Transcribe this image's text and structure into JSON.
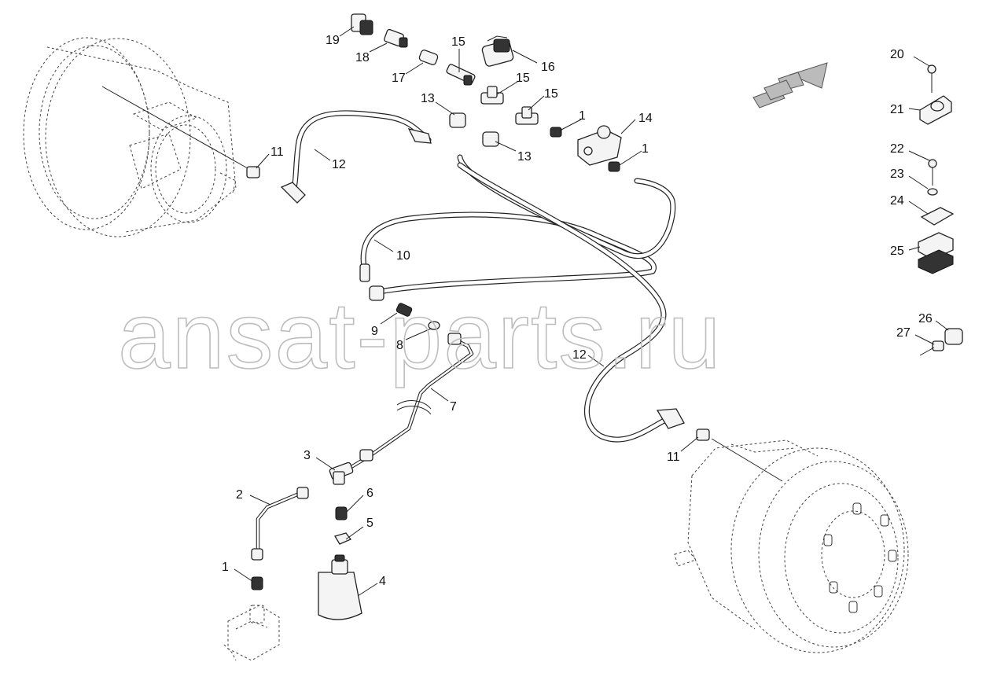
{
  "watermark": "ansat-parts.ru",
  "callouts": [
    {
      "id": "c-19",
      "text": "19"
    },
    {
      "id": "c-18",
      "text": "18"
    },
    {
      "id": "c-17",
      "text": "17"
    },
    {
      "id": "c-15a",
      "text": "15"
    },
    {
      "id": "c-16",
      "text": "16"
    },
    {
      "id": "c-15b",
      "text": "15"
    },
    {
      "id": "c-13a",
      "text": "13"
    },
    {
      "id": "c-15c",
      "text": "15"
    },
    {
      "id": "c-1a",
      "text": "1"
    },
    {
      "id": "c-14",
      "text": "14"
    },
    {
      "id": "c-13b",
      "text": "13"
    },
    {
      "id": "c-1b",
      "text": "1"
    },
    {
      "id": "c-11a",
      "text": "11"
    },
    {
      "id": "c-12a",
      "text": "12"
    },
    {
      "id": "c-10",
      "text": "10"
    },
    {
      "id": "c-9",
      "text": "9"
    },
    {
      "id": "c-8",
      "text": "8"
    },
    {
      "id": "c-7",
      "text": "7"
    },
    {
      "id": "c-12b",
      "text": "12"
    },
    {
      "id": "c-11b",
      "text": "11"
    },
    {
      "id": "c-3",
      "text": "3"
    },
    {
      "id": "c-2",
      "text": "2"
    },
    {
      "id": "c-6",
      "text": "6"
    },
    {
      "id": "c-5",
      "text": "5"
    },
    {
      "id": "c-1c",
      "text": "1"
    },
    {
      "id": "c-4",
      "text": "4"
    },
    {
      "id": "c-20",
      "text": "20"
    },
    {
      "id": "c-21",
      "text": "21"
    },
    {
      "id": "c-22",
      "text": "22"
    },
    {
      "id": "c-23",
      "text": "23"
    },
    {
      "id": "c-24",
      "text": "24"
    },
    {
      "id": "c-25",
      "text": "25"
    },
    {
      "id": "c-26",
      "text": "26"
    },
    {
      "id": "c-27",
      "text": "27"
    }
  ],
  "colors": {
    "line": "#222222",
    "watermark": "#bdbdbd",
    "background": "#ffffff"
  }
}
